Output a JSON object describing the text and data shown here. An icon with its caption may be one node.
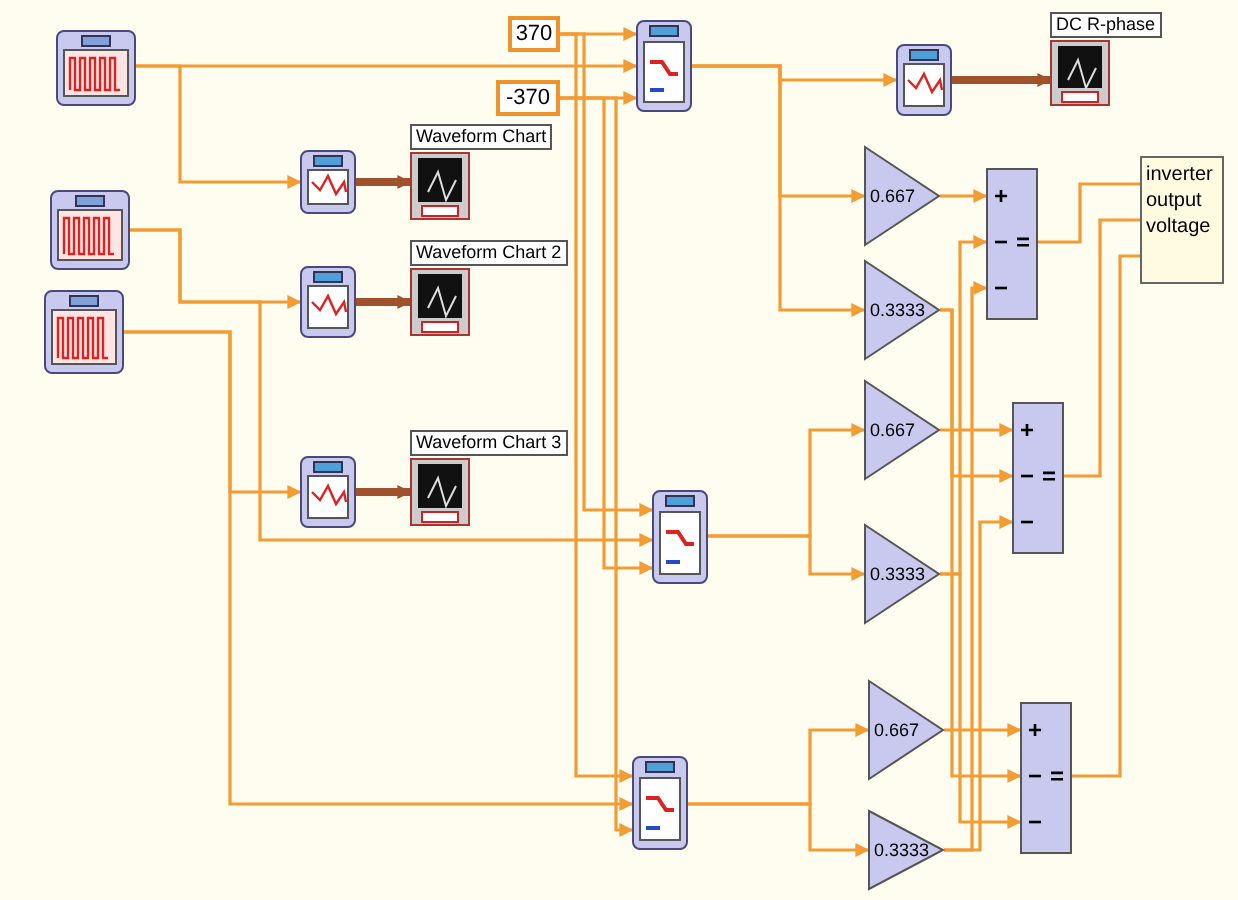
{
  "diagram": {
    "nodes": [
      {
        "text": [],
        "shape": "box"
      },
      {
        "text": [
          "370"
        ]
      },
      {
        "text": [
          "-370"
        ]
      },
      {
        "text": [
          "Waveform Chart"
        ]
      },
      {
        "text": [],
        "shape": "box"
      },
      {
        "text": [],
        "shape": "box"
      },
      {
        "text": [],
        "shape": "box"
      },
      {
        "text": [
          "DC R-phase"
        ]
      },
      {
        "text": [],
        "shape": "box"
      },
      {
        "text": [],
        "shape": "box"
      },
      {
        "text": [],
        "shape": "box"
      },
      {
        "text": [
          "Waveform Chart 2"
        ]
      },
      {
        "text": [
          "0.667"
        ]
      },
      {
        "text": [
          "0.3333"
        ]
      },
      {
        "text": [
          "+",
          "−",
          "−",
          "="
        ]
      },
      {
        "text": [
          "inverter output voltage"
        ]
      },
      {
        "text": [],
        "shape": "box"
      },
      {
        "text": [
          "Waveform Chart 3"
        ]
      },
      {
        "text": [
          "0.667"
        ]
      },
      {
        "text": [
          "+",
          "−",
          "−",
          "="
        ]
      },
      {
        "text": [],
        "shape": "box"
      },
      {
        "text": [
          "0.3333"
        ]
      },
      {
        "text": [
          "0.667"
        ]
      },
      {
        "text": [
          "+",
          "−",
          "−",
          "="
        ]
      },
      {
        "text": [],
        "shape": "box"
      },
      {
        "text": [
          "0.3333"
        ]
      }
    ],
    "edges": [
      {
        "from": 0,
        "to": 5,
        "arrow": "to"
      },
      {
        "from": 1,
        "to": 5,
        "arrow": "to"
      },
      {
        "from": 2,
        "to": 5,
        "arrow": "to"
      },
      {
        "from": 0,
        "to": 4,
        "arrow": "to"
      },
      {
        "from": 4,
        "to": 3,
        "arrow": "to",
        "style": "thick",
        "color": "#a0522d"
      },
      {
        "from": 1,
        "to": 20,
        "arrow": "to"
      },
      {
        "from": 1,
        "to": 24,
        "arrow": "to"
      },
      {
        "from": 2,
        "to": 20,
        "arrow": "to"
      },
      {
        "from": 2,
        "to": 24,
        "arrow": "to"
      },
      {
        "from": 5,
        "to": 6,
        "arrow": "to"
      },
      {
        "from": 6,
        "to": 7,
        "arrow": "to",
        "style": "thick",
        "color": "#a0522d"
      },
      {
        "from": 5,
        "to": 12,
        "arrow": "to"
      },
      {
        "from": 5,
        "to": 13,
        "arrow": "to"
      },
      {
        "from": 8,
        "to": 10,
        "arrow": "to"
      },
      {
        "from": 10,
        "to": 11,
        "arrow": "to",
        "style": "thick",
        "color": "#a0522d"
      },
      {
        "from": 8,
        "to": 20,
        "arrow": "to"
      },
      {
        "from": 9,
        "to": 16,
        "arrow": "to"
      },
      {
        "from": 16,
        "to": 17,
        "arrow": "to",
        "style": "thick",
        "color": "#a0522d"
      },
      {
        "from": 9,
        "to": 24,
        "arrow": "to"
      },
      {
        "from": 20,
        "to": 18,
        "arrow": "to"
      },
      {
        "from": 20,
        "to": 21,
        "arrow": "to"
      },
      {
        "from": 24,
        "to": 22,
        "arrow": "to"
      },
      {
        "from": 24,
        "to": 25,
        "arrow": "to"
      },
      {
        "from": 12,
        "to": 14,
        "arrow": "to"
      },
      {
        "from": 21,
        "to": 14,
        "arrow": "to"
      },
      {
        "from": 25,
        "to": 14,
        "arrow": "to"
      },
      {
        "from": 18,
        "to": 19,
        "arrow": "to"
      },
      {
        "from": 13,
        "to": 19,
        "arrow": "to"
      },
      {
        "from": 25,
        "to": 19,
        "arrow": "to"
      },
      {
        "from": 22,
        "to": 23,
        "arrow": "to"
      },
      {
        "from": 13,
        "to": 23,
        "arrow": "to"
      },
      {
        "from": 21,
        "to": 23,
        "arrow": "to"
      },
      {
        "from": 14,
        "to": 15,
        "arrow": "none"
      },
      {
        "from": 19,
        "to": 15,
        "arrow": "none"
      },
      {
        "from": 23,
        "to": 15,
        "arrow": "none"
      }
    ]
  }
}
